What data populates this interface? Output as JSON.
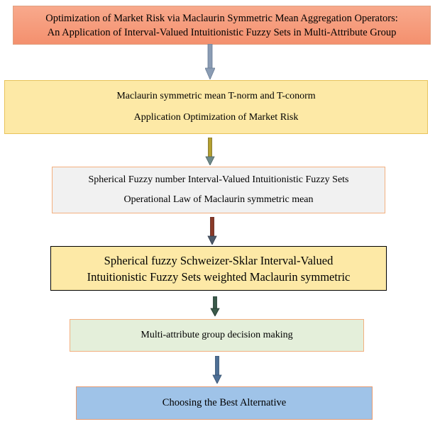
{
  "colors": {
    "title_fill": "#f4906e",
    "yellow_fill": "#fde9a6",
    "gray_fill": "#f1f1f1",
    "green_fill": "#e4efda",
    "blue_fill": "#9fc3e8",
    "arrow_1": "#8a9cb4",
    "arrow_2": "#9a8a2a",
    "arrow_3": "#7a3a2a",
    "arrow_4": "#3a5a4a",
    "arrow_5": "#4e6f95"
  },
  "flow": {
    "box1": {
      "line1": "Optimization of Market Risk via Maclaurin Symmetric Mean Aggregation Operators:",
      "line2": "An Application of Interval-Valued Intuitionistic Fuzzy Sets in Multi-Attribute Group"
    },
    "box2": {
      "line1": "Maclaurin symmetric mean T-norm and T-conorm",
      "line2": "Application Optimization of Market Risk"
    },
    "box3": {
      "line1": "Spherical Fuzzy number Interval-Valued Intuitionistic Fuzzy Sets",
      "line2": "Operational Law of Maclaurin symmetric mean"
    },
    "box4": {
      "line1": "Spherical fuzzy Schweizer-Sklar Interval-Valued",
      "line2": "Intuitionistic Fuzzy Sets weighted Maclaurin symmetric"
    },
    "box5": {
      "line1": "Multi-attribute group decision making"
    },
    "box6": {
      "line1": "Choosing the Best Alternative"
    }
  }
}
